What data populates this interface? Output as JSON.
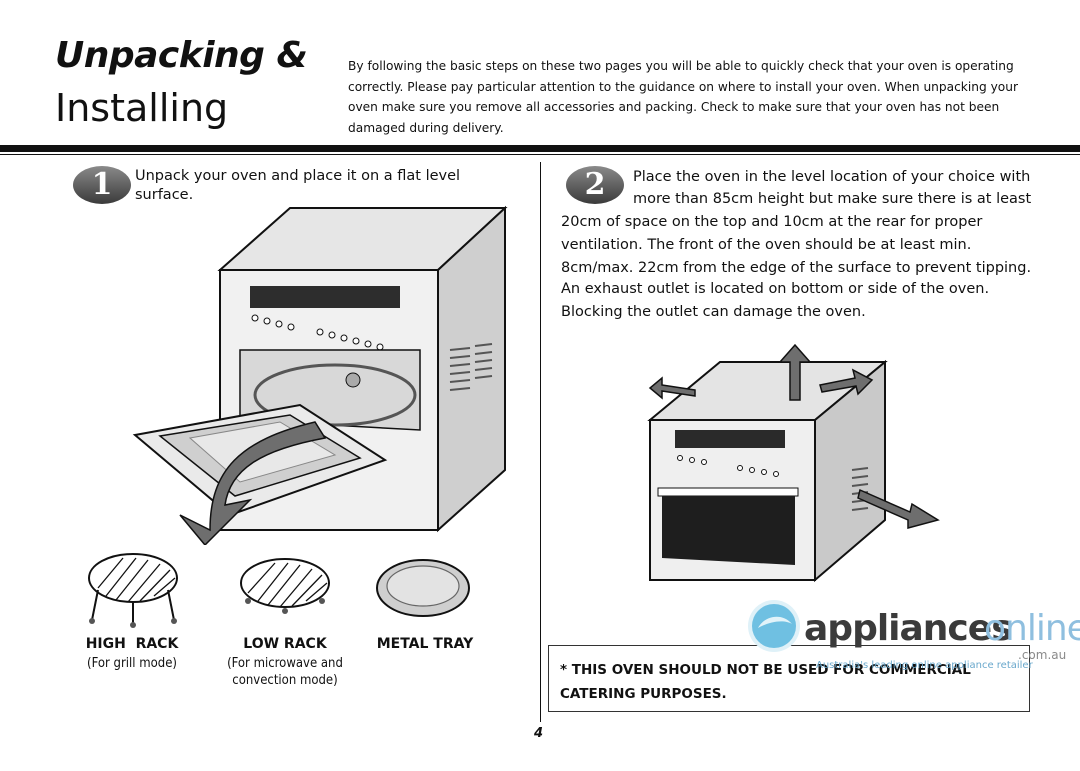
{
  "header": {
    "title_line1": "Unpacking &",
    "title_line2": "Installing",
    "intro": "By following the basic steps on these two pages you will be able to quickly check that your oven is operating correctly. Please pay particular attention to the guidance on where to install your oven. When unpacking your oven make sure you remove all accessories and packing. Check to make sure that your oven has not been damaged during delivery."
  },
  "step1": {
    "number": "1",
    "text": "Unpack your oven and place it on a flat level surface."
  },
  "step2": {
    "number": "2",
    "text_first": "Place the oven in the level location of your choice with more than 85cm height but make sure there is at least",
    "text_rest": "20cm of space on the top and 10cm at the rear for proper ventilation. The front of the oven should be at least min. 8cm/max. 22cm from the edge of the surface to prevent tipping.",
    "text_exhaust": "An exhaust outlet is located on bottom or side of the oven. Blocking the outlet can damage the oven."
  },
  "accessories": [
    {
      "label": "HIGH  RACK",
      "sub": "(For grill mode)"
    },
    {
      "label": "LOW RACK",
      "sub": "(For microwave and convection mode)"
    },
    {
      "label": "METAL TRAY",
      "sub": ""
    }
  ],
  "warning": "* THIS OVEN SHOULD NOT BE USED FOR COMMERCIAL CATERING PURPOSES.",
  "page_number": "4",
  "watermark": {
    "word1": "appliances",
    "word2": "online",
    "domain": ".com.au",
    "tagline": "Australia's leading online appliance retailer",
    "colors": {
      "dark": "#3b3b3b",
      "light": "#8fbfdf"
    }
  }
}
